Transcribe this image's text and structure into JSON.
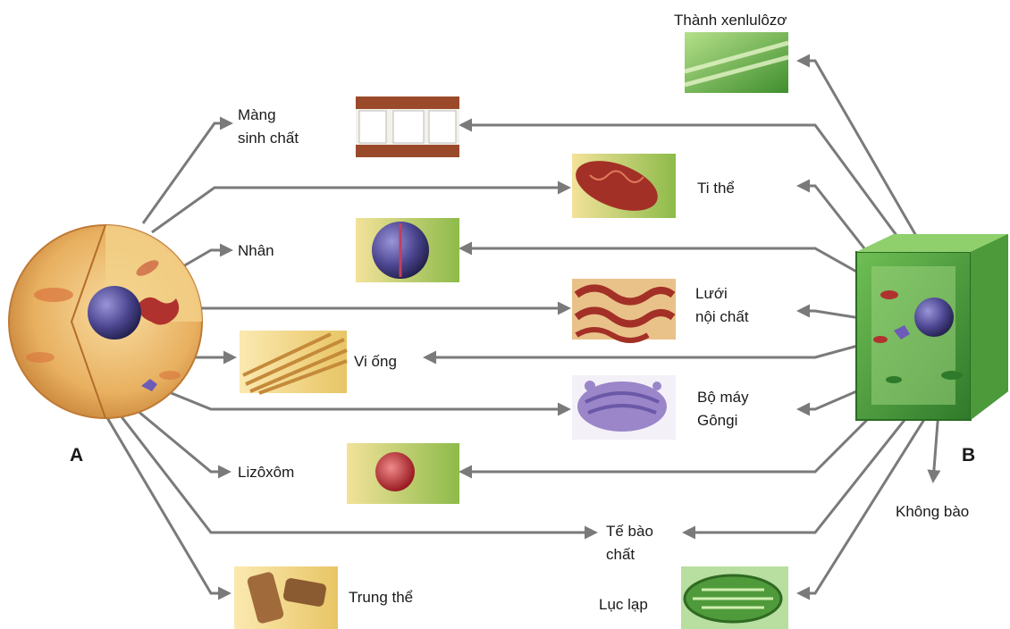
{
  "cell_labels": {
    "animal": "A",
    "plant": "B"
  },
  "organelles": {
    "xenluloz": "Thành xenlulôzơ",
    "mang_line1": "Màng",
    "mang_line2": "sinh chất",
    "tithe": "Ti thể",
    "nhan": "Nhân",
    "luoi_line1": "Lưới",
    "luoi_line2": "nội chất",
    "viong": "Vi ống",
    "gongi_line1": "Bộ máy",
    "gongi_line2": "Gôngi",
    "lizoxom": "Lizôxôm",
    "khongbao": "Không bào",
    "tebao_line1": "Tế bào",
    "tebao_line2": "chất",
    "trungthe": "Trung thể",
    "luclap": "Lục lạp"
  },
  "colors": {
    "arrow": "#7a7a7a",
    "animal_cell": "#e8b060",
    "plant_cell": "#4f9a3a",
    "nucleus": "#4b4690"
  }
}
